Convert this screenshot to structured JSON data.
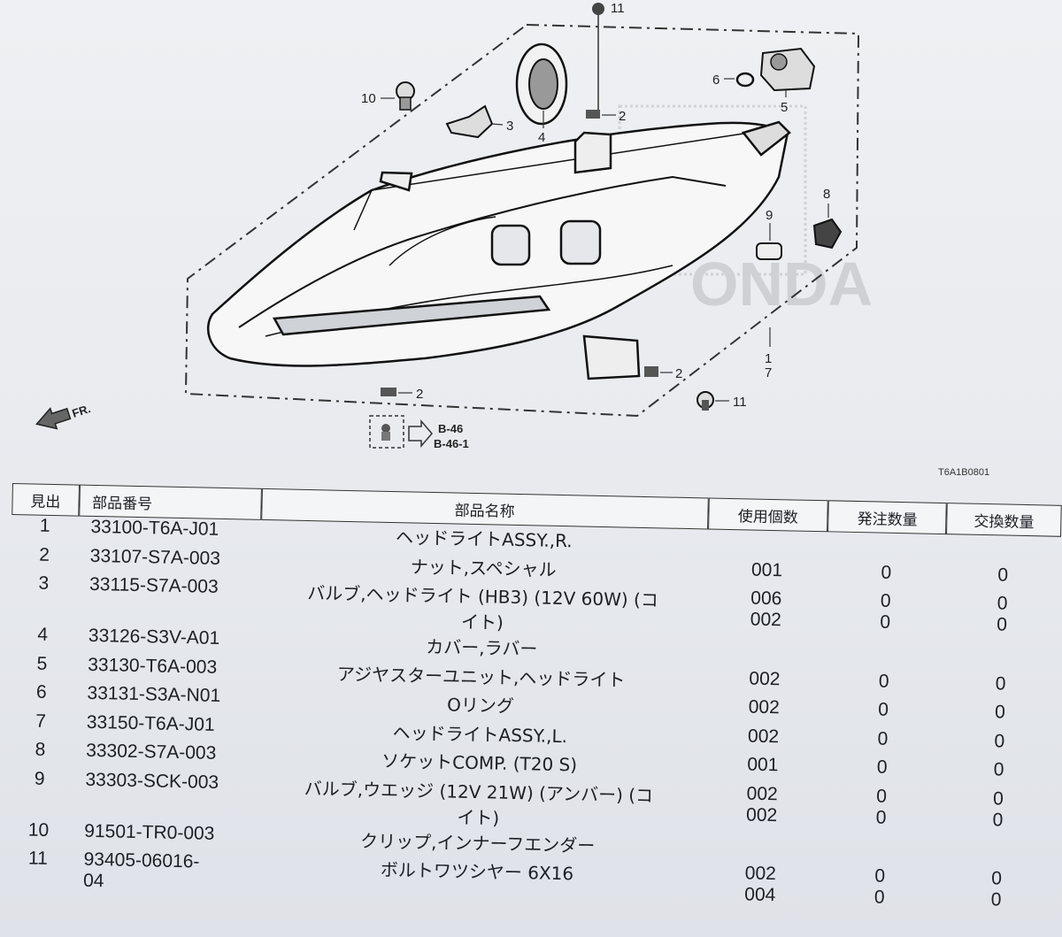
{
  "diagram": {
    "callouts": [
      "1",
      "2",
      "3",
      "4",
      "5",
      "6",
      "7",
      "8",
      "9",
      "10",
      "11"
    ],
    "direction_label": "FR.",
    "ref_labels": [
      "B-46",
      "B-46-1"
    ],
    "drawing_code": "T6A1B0801",
    "watermark": "ONDA"
  },
  "table": {
    "headers": [
      "見出",
      "部品番号",
      "部品名称",
      "使用個数",
      "発注数量",
      "交換数量"
    ],
    "rows": [
      {
        "no": "1",
        "pn": "33100-T6A-J01",
        "name": "ヘッドライトASSY.,R.",
        "qty": "",
        "ord": "",
        "rep": ""
      },
      {
        "no": "2",
        "pn": "33107-S7A-003",
        "name": "ナット,スペシャル",
        "qty": "001",
        "ord": "0",
        "rep": "0"
      },
      {
        "no": "3",
        "pn": "33115-S7A-003",
        "name": "バルブ,ヘッドライト (HB3) (12V 60W) (コ",
        "name2": "イト)",
        "qty": "006",
        "ord": "0",
        "rep": "0"
      },
      {
        "no": "4",
        "pn": "33126-S3V-A01",
        "name": "カバー,ラバー",
        "qty": "002",
        "ord": "0",
        "rep": "0"
      },
      {
        "no": "5",
        "pn": "33130-T6A-003",
        "name": "アジヤスターユニット,ヘッドライト",
        "qty": "",
        "ord": "",
        "rep": ""
      },
      {
        "no": "6",
        "pn": "33131-S3A-N01",
        "name": "Oリング",
        "qty": "002",
        "ord": "0",
        "rep": "0"
      },
      {
        "no": "7",
        "pn": "33150-T6A-J01",
        "name": "ヘッドライトASSY.,L.",
        "qty": "002",
        "ord": "0",
        "rep": "0"
      },
      {
        "no": "8",
        "pn": "33302-S7A-003",
        "name": "ソケットCOMP. (T20 S)",
        "qty": "002",
        "ord": "0",
        "rep": "0"
      },
      {
        "no": "9",
        "pn": "33303-SCK-003",
        "name": "バルブ,ウエッジ (12V 21W) (アンバー) (コ",
        "name2": "イト)",
        "qty": "001",
        "ord": "0",
        "rep": "0"
      },
      {
        "no": "10",
        "pn": "91501-TR0-003",
        "name": "クリップ,インナーフエンダー",
        "qty": "002",
        "ord": "0",
        "rep": "0"
      },
      {
        "no": "11",
        "pn": "93405-06016-",
        "pn2": "04",
        "name": "ボルトワツシヤー 6X16",
        "qty": "002",
        "ord": "0",
        "rep": "0"
      }
    ],
    "tail_values": {
      "qty_a": "002",
      "qty_b": "004",
      "ord_a": "0",
      "ord_b": "0",
      "rep_a": "0",
      "rep_b": "0"
    }
  }
}
